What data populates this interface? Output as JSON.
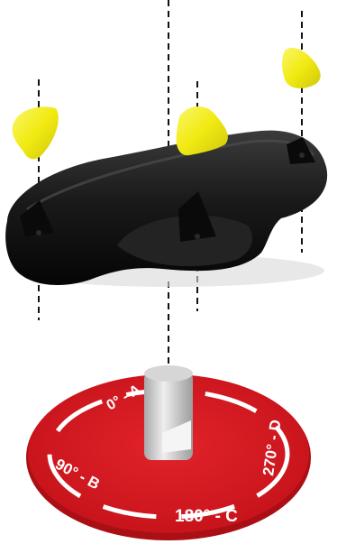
{
  "colors": {
    "background": "#ffffff",
    "handle": "#141414",
    "handle_highlight": "#3a3a3a",
    "screw_cap": "#f4ee1c",
    "screw_cap_shade": "#c9c20e",
    "dial": "#d9161d",
    "dial_dark": "#a90f14",
    "dial_markings": "#ffffff",
    "shaft": "#bdbdbd",
    "shaft_light": "#e6e6e6",
    "guide_line": "#111111"
  },
  "icons": {
    "screw_cap": "yellow-screw-cap-icon"
  },
  "dial": {
    "label_a": "0° - A",
    "label_b": "90° - B",
    "label_c": "180° - C",
    "label_d": "270° - D"
  }
}
